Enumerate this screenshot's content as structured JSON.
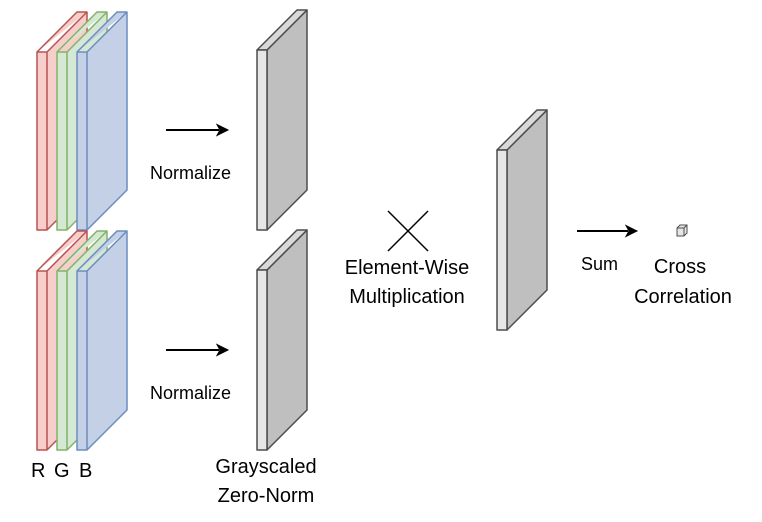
{
  "labels": {
    "normalize_top": "Normalize",
    "normalize_bottom": "Normalize",
    "channel_r": "R",
    "channel_g": "G",
    "channel_b": "B",
    "grayscaled_line1": "Grayscaled",
    "grayscaled_line2": "Zero-Norm",
    "elementwise_line1": "Element-Wise",
    "elementwise_line2": "Multiplication",
    "sum": "Sum",
    "result_line1": "Cross",
    "result_line2": "Correlation"
  },
  "colors": {
    "red_fill": "#f8cecc",
    "red_stroke": "#b85450",
    "green_fill": "#d5e8d4",
    "green_stroke": "#82b366",
    "blue_fill": "#c3d0e5",
    "blue_stroke": "#6c8ebf",
    "gray_front": "#e6e6e6",
    "gray_side": "#bfbfbf",
    "gray_stroke": "#4d4d4d"
  }
}
